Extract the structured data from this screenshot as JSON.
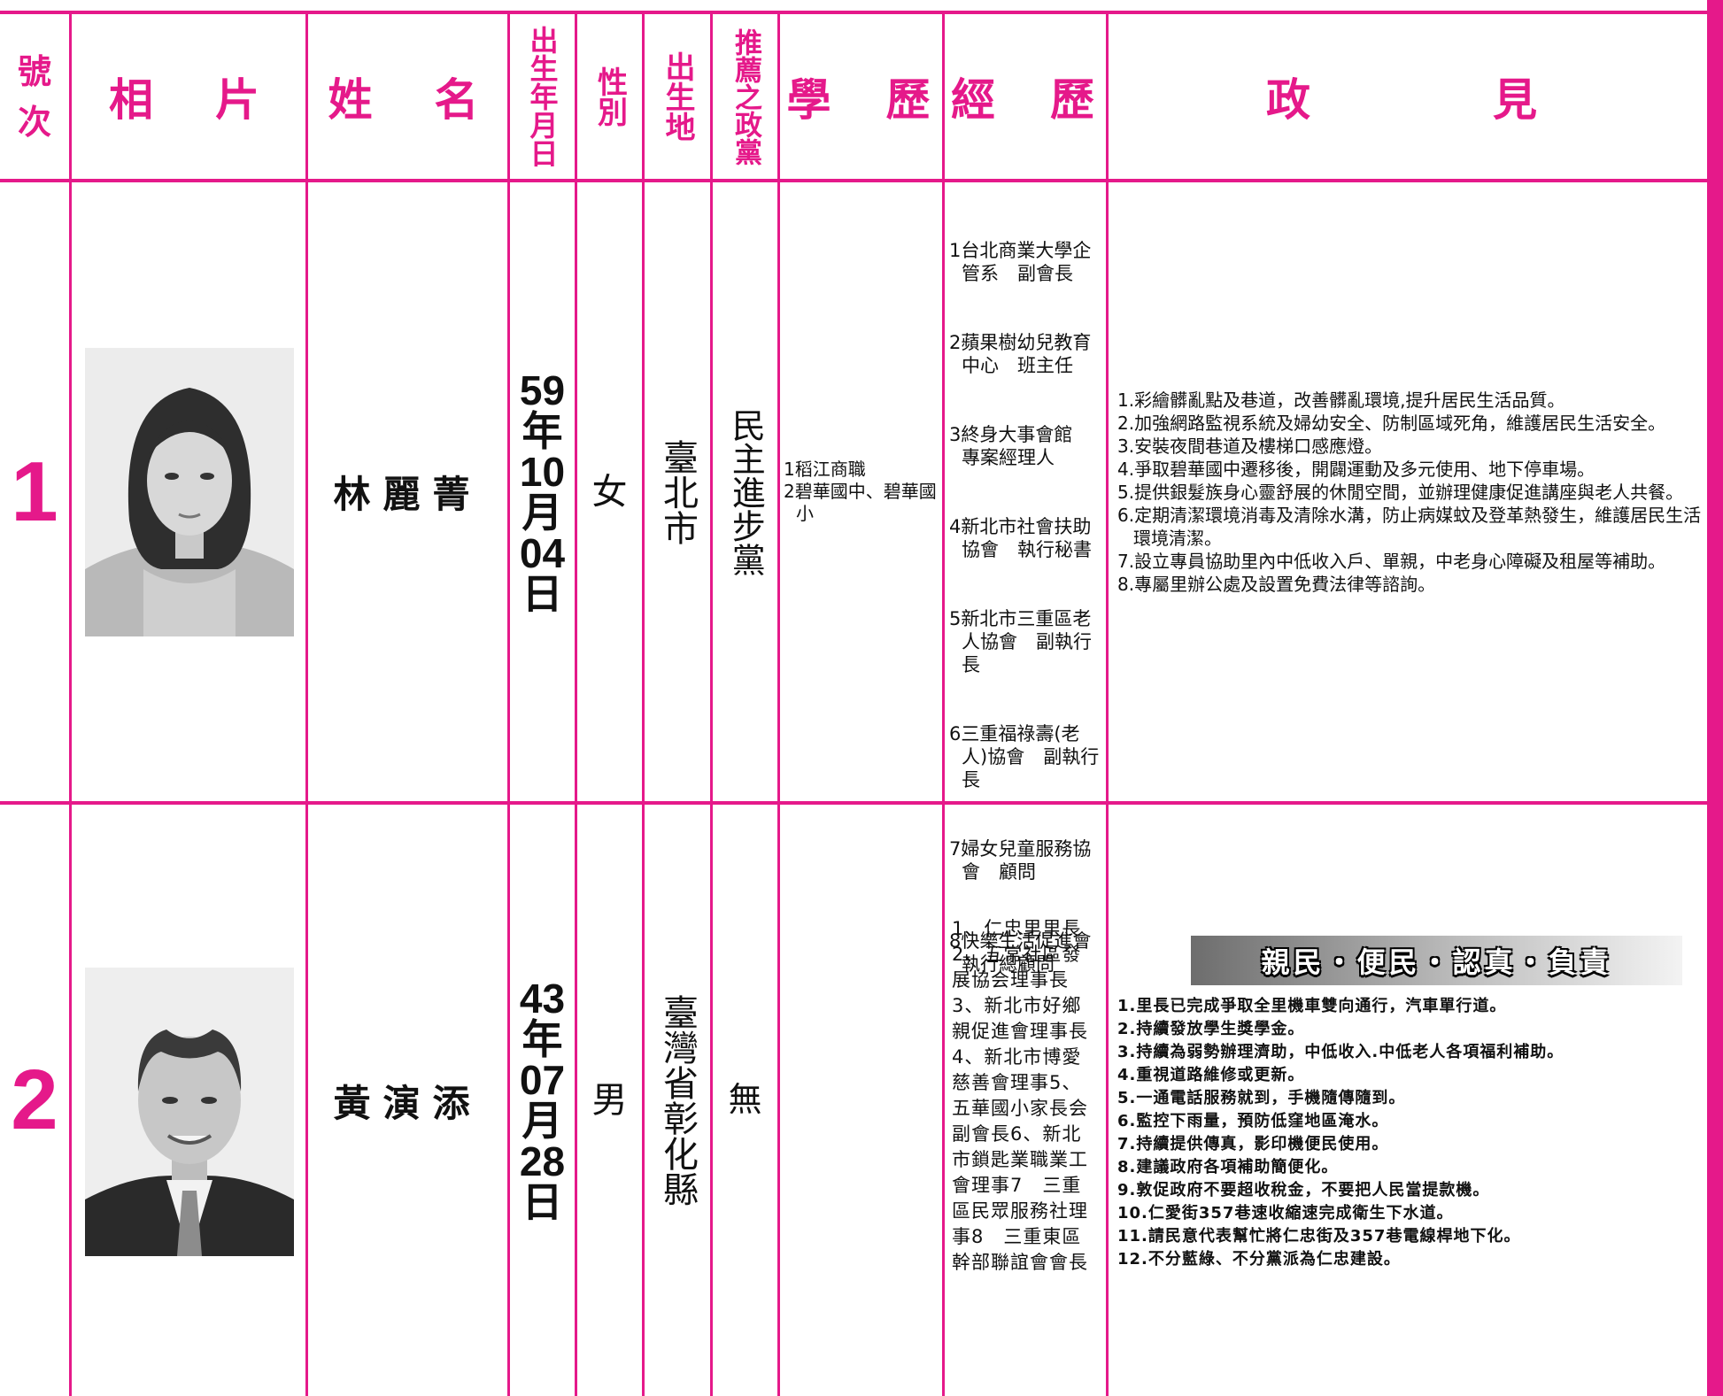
{
  "colors": {
    "accent": "#e5198a"
  },
  "headers": {
    "number": "號次",
    "photo": "相　片",
    "name": "姓　名",
    "birth": "出生年月日",
    "gender": "性別",
    "birthplace": "出生地",
    "party": "推薦之政黨",
    "education": "學　歷",
    "experience": "經　歷",
    "platform": "政　　　見"
  },
  "candidates": [
    {
      "number": "1",
      "name": "林麗菁",
      "birth": "59年10月04日",
      "gender": "女",
      "birthplace": "臺北市",
      "party": "民主進步黨",
      "education": [
        "1稻江商職",
        "2碧華國中、碧華國小"
      ],
      "experience": [
        "1台北商業大學企管系　副會長",
        "2蘋果樹幼兒教育中心　班主任",
        "3終身大事會館　專案經理人",
        "4新北市社會扶助協會　執行秘書",
        "5新北市三重區老人協會　副執行長",
        "6三重福祿壽(老人)協會　副執行長",
        "7婦女兒童服務協會　顧問",
        "8快樂生活促進會　執行總顧問"
      ],
      "platform": [
        "1.彩繪髒亂點及巷道，改善髒亂環境,提升居民生活品質。",
        "2.加強網路監視系統及婦幼安全、防制區域死角，維護居民生活安全。",
        "3.安裝夜間巷道及樓梯口感應燈。",
        "4.爭取碧華國中遷移後，開闢運動及多元使用、地下停車場。",
        "5.提供銀髮族身心靈舒展的休閒空間，並辦理健康促進講座與老人共餐。",
        "6.定期清潔環境消毒及清除水溝，防止病媒蚊及登革熱發生，維護居民生活環境清潔。",
        "7.設立專員協助里內中低收入戶、單親，中老身心障礙及租屋等補助。",
        "8.專屬里辦公處及設置免費法律等諮詢。"
      ]
    },
    {
      "number": "2",
      "name": "黃演添",
      "birth": "43年07月28日",
      "gender": "男",
      "birthplace": "臺灣省彰化縣",
      "party": "無",
      "experience_text": "1、仁忠里里長2、五常社區發展協会理事長3、新北市好鄉親促進會理事長4、新北市博愛慈善會理事5、五華國小家長会副會長6、新北市鎖匙業職業工會理事7　三重區民眾服務社理事8　三重東區幹部聯誼會會長",
      "slogan": "親民・便民・認真・負責",
      "platform": [
        "1.里長已完成爭取全里機車雙向通行，汽車單行道。",
        "2.持續發放學生獎學金。",
        "3.持續為弱勢辦理濟助，中低收入.中低老人各項福利補助。",
        "4.重視道路維修或更新。",
        "5.一通電話服務就到，手機隨傳隨到。",
        "6.監控下雨量，預防低窪地區淹水。",
        "7.持續提供傳真，影印機便民使用。",
        "8.建議政府各項補助簡便化。",
        "9.敦促政府不要超收稅金，不要把人民當提款機。",
        "10.仁愛街357巷速收縮速完成衛生下水道。",
        "11.請民意代表幫忙將仁忠街及357巷電線桿地下化。",
        "12.不分藍綠、不分黨派為仁忠建設。"
      ]
    }
  ]
}
